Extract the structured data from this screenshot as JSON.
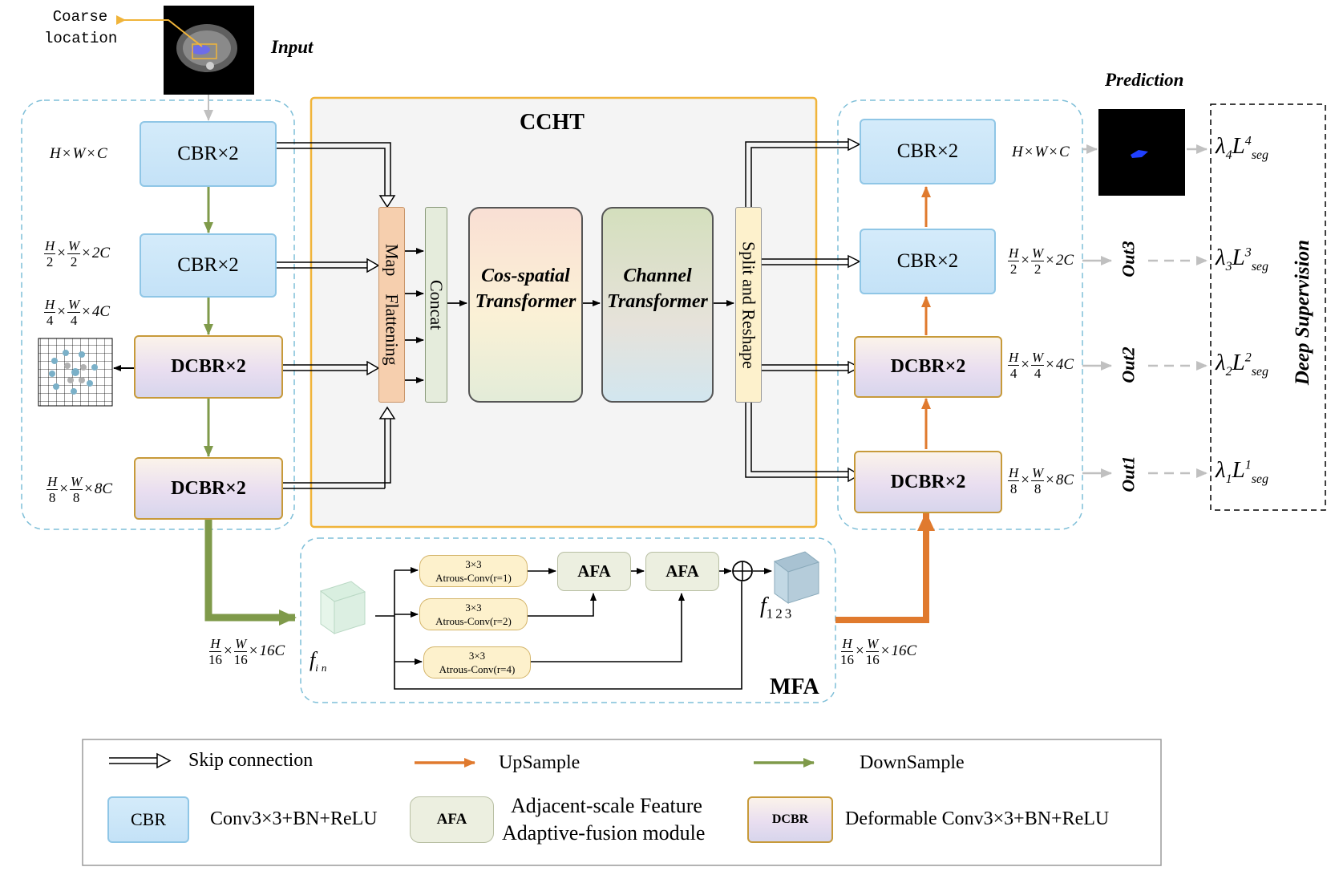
{
  "input": {
    "coarse_label": "Coarse\nlocation",
    "title": "Input"
  },
  "prediction": {
    "title": "Prediction"
  },
  "ccht": {
    "title": "CCHT"
  },
  "mfa": {
    "title": "MFA",
    "f_in": "in",
    "f_123": "123"
  },
  "encoder": [
    {
      "label": "CBR×2",
      "type": "cbr"
    },
    {
      "label": "CBR×2",
      "type": "cbr"
    },
    {
      "label": "DCBR×2",
      "type": "dcbr"
    },
    {
      "label": "DCBR×2",
      "type": "dcbr"
    }
  ],
  "decoder": [
    {
      "label": "CBR×2",
      "type": "cbr"
    },
    {
      "label": "CBR×2",
      "type": "cbr"
    },
    {
      "label": "DCBR×2",
      "type": "dcbr"
    },
    {
      "label": "DCBR×2",
      "type": "dcbr"
    }
  ],
  "ccht_blocks": {
    "map_flattening": "Map    Flattening",
    "concat": "Concat",
    "cos_spatial": "Cos-spatial Transformer",
    "channel": "Channel Transformer",
    "split_reshape": "Split and Reshape"
  },
  "dims": {
    "level1": {
      "suffix": "C"
    },
    "level2": {
      "den": "2",
      "suffix": "2C"
    },
    "level3": {
      "den": "4",
      "suffix": "4C"
    },
    "level4": {
      "den": "8",
      "suffix": "8C"
    },
    "level5": {
      "den": "16",
      "suffix": "16C"
    }
  },
  "mfa_blocks": {
    "atrous1": {
      "top": "3×3",
      "bottom": "Atrous-Conv(r=1)"
    },
    "atrous2": {
      "top": "3×3",
      "bottom": "Atrous-Conv(r=2)"
    },
    "atrous3": {
      "top": "3×3",
      "bottom": "Atrous-Conv(r=4)"
    },
    "afa1": "AFA",
    "afa2": "AFA"
  },
  "outputs": {
    "out3": "Out3",
    "out2": "Out2",
    "out1": "Out1"
  },
  "losses": [
    {
      "lambda": "4",
      "sup": "4",
      "sub": "seg"
    },
    {
      "lambda": "3",
      "sup": "3",
      "sub": "seg"
    },
    {
      "lambda": "2",
      "sup": "2",
      "sub": "seg"
    },
    {
      "lambda": "1",
      "sup": "1",
      "sub": "seg"
    }
  ],
  "deep_supervision": "Deep Supervision",
  "legend": {
    "skip": "Skip connection",
    "upsample": "UpSample",
    "downsample": "DownSample",
    "cbr_box": "CBR",
    "cbr_desc": "Conv3×3+BN+ReLU",
    "afa_box": "AFA",
    "afa_desc_1": "Adjacent-scale Feature",
    "afa_desc_2": "Adaptive-fusion module",
    "dcbr_box": "DCBR",
    "dcbr_desc": "Deformable Conv3×3+BN+ReLU"
  },
  "colors": {
    "upsample": "#e07a2e",
    "downsample": "#7f9a4a",
    "dashed_panel": "#7fbfd8",
    "ccht_border": "#f0b43a"
  }
}
